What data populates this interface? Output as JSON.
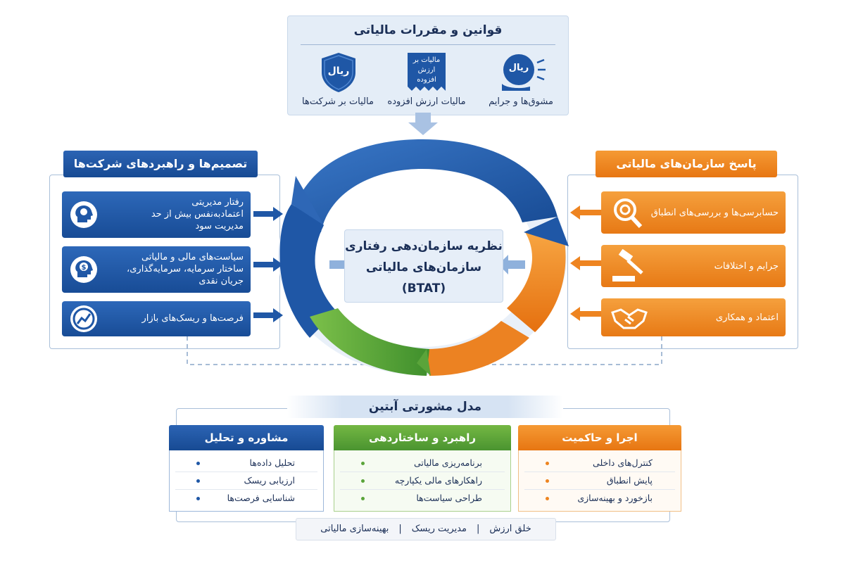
{
  "laws": {
    "title": "قوانین و مقررات مالیاتی",
    "items": [
      {
        "label": "مالیات بر شرکت‌ها",
        "icon": "shield-riyal-icon",
        "icon_text": "ریال"
      },
      {
        "label": "مالیات ارزش افزوده",
        "icon": "vat-document-icon",
        "icon_text": "مالیات بر ارزش افزوده"
      },
      {
        "label": "مشوق‌ها و جرایم",
        "icon": "coin-riyal-icon",
        "icon_text": "ریال"
      }
    ]
  },
  "left": {
    "header": "تصمیم‌ها و راهبردهای شرکت‌ها",
    "cards": [
      {
        "lines": [
          "رفتار مدیریتی",
          "اعتمادبه‌نفس بیش از حد",
          "مدیریت سود"
        ],
        "icon": "brain-head-icon"
      },
      {
        "lines": [
          "سیاست‌های مالی و مالیاتی",
          "ساختار سرمایه، سرمایه‌گذاری،",
          "جریان نقدی"
        ],
        "icon": "dollar-head-icon"
      },
      {
        "lines": [
          "فرصت‌ها و ریسک‌های بازار"
        ],
        "icon": "market-risk-icon"
      }
    ]
  },
  "right": {
    "header": "پاسخ سازمان‌های مالیاتی",
    "cards": [
      {
        "label": "حسابرسی‌ها و بررسی‌های انطباق",
        "icon": "magnifier-icon"
      },
      {
        "label": "جرایم و اختلافات",
        "icon": "gavel-icon"
      },
      {
        "label": "اعتماد و همکاری",
        "icon": "handshake-icon"
      }
    ]
  },
  "center": {
    "lines": [
      "نظریه سازمان‌دهی رفتاری",
      "سازمان‌های مالیاتی",
      "(BTAT)"
    ]
  },
  "model": {
    "title": "مدل مشورتی آبتین",
    "columns": [
      {
        "header": "مشاوره و تحلیل",
        "items": [
          "تحلیل داده‌ها",
          "ارزیابی ریسک",
          "شناسایی فرصت‌ها"
        ]
      },
      {
        "header": "راهبرد و ساختاردهی",
        "items": [
          "برنامه‌ریزی مالیاتی",
          "راهکارهای مالی یکپارچه",
          "طراحی سیاست‌ها"
        ]
      },
      {
        "header": "اجرا و حاکمیت",
        "items": [
          "کنترل‌های داخلی",
          "پایش انطباق",
          "بازخورد و بهینه‌سازی"
        ]
      }
    ]
  },
  "bottom": {
    "items": [
      "خلق ارزش",
      "مدیریت ریسک",
      "بهینه‌سازی مالیاتی"
    ]
  },
  "colors": {
    "blue": "#1f57a6",
    "orange": "#ee8420",
    "green": "#5aa43a",
    "navy": "#1b2f57"
  }
}
